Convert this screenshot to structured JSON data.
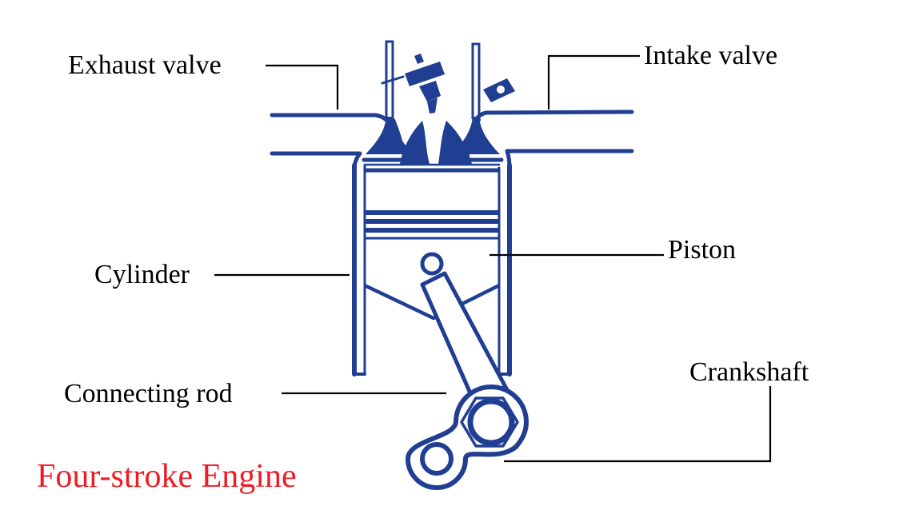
{
  "title": "Four-stroke Engine",
  "labels": {
    "exhaust_valve": "Exhaust valve",
    "intake_valve": "Intake valve",
    "cylinder": "Cylinder",
    "piston": "Piston",
    "connecting_rod": "Connecting rod",
    "crankshaft": "Crankshaft"
  },
  "colors": {
    "ink": "#203e92",
    "title": "#ed1c24",
    "leader": "#000000"
  }
}
